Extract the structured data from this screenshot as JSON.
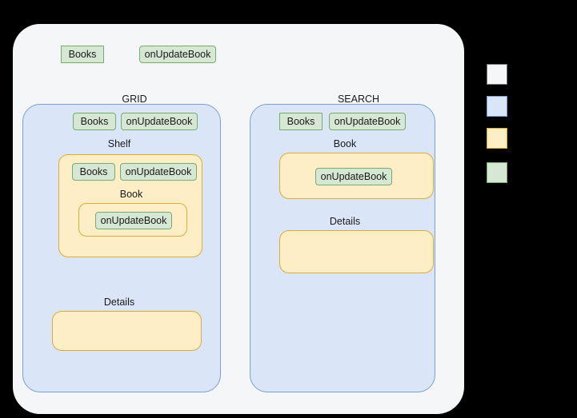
{
  "diagram": {
    "type": "component-hierarchy",
    "background_color": "#000000",
    "panel_color": "#f5f6f7",
    "colors": {
      "panel": "#f5f6f7",
      "panel_border": "#777777",
      "container": "#dae5f7",
      "container_border": "#7b9fd4",
      "component": "#fdeec5",
      "component_border": "#dcab3c",
      "chip": "#d6e8d3",
      "chip_border": "#7aab6e"
    },
    "root": {
      "chips": [
        {
          "label": "Books",
          "shape": "square"
        },
        {
          "label": "onUpdateBook",
          "shape": "rounded"
        }
      ]
    },
    "columns": [
      {
        "caption": "GRID",
        "chips": [
          {
            "label": "Books",
            "shape": "rounded"
          },
          {
            "label": "onUpdateBook",
            "shape": "rounded"
          }
        ],
        "children": [
          {
            "caption": "Shelf",
            "chips": [
              {
                "label": "Books",
                "shape": "rounded"
              },
              {
                "label": "onUpdateBook",
                "shape": "rounded"
              }
            ],
            "children": [
              {
                "caption": "Book",
                "chips": [
                  {
                    "label": "onUpdateBook",
                    "shape": "rounded"
                  }
                ]
              }
            ]
          },
          {
            "caption": "Details",
            "chips": []
          }
        ]
      },
      {
        "caption": "SEARCH",
        "chips": [
          {
            "label": "Books",
            "shape": "square"
          },
          {
            "label": "onUpdateBook",
            "shape": "rounded"
          }
        ],
        "children": [
          {
            "caption": "Book",
            "chips": [
              {
                "label": "onUpdateBook",
                "shape": "rounded"
              }
            ]
          },
          {
            "caption": "Details",
            "chips": []
          }
        ]
      }
    ],
    "legend": {
      "swatches": [
        {
          "name": "app-panel",
          "color": "#f5f6f7"
        },
        {
          "name": "container",
          "color": "#dae5f7"
        },
        {
          "name": "component",
          "color": "#fdeec5"
        },
        {
          "name": "prop",
          "color": "#d6e8d3"
        }
      ]
    }
  }
}
